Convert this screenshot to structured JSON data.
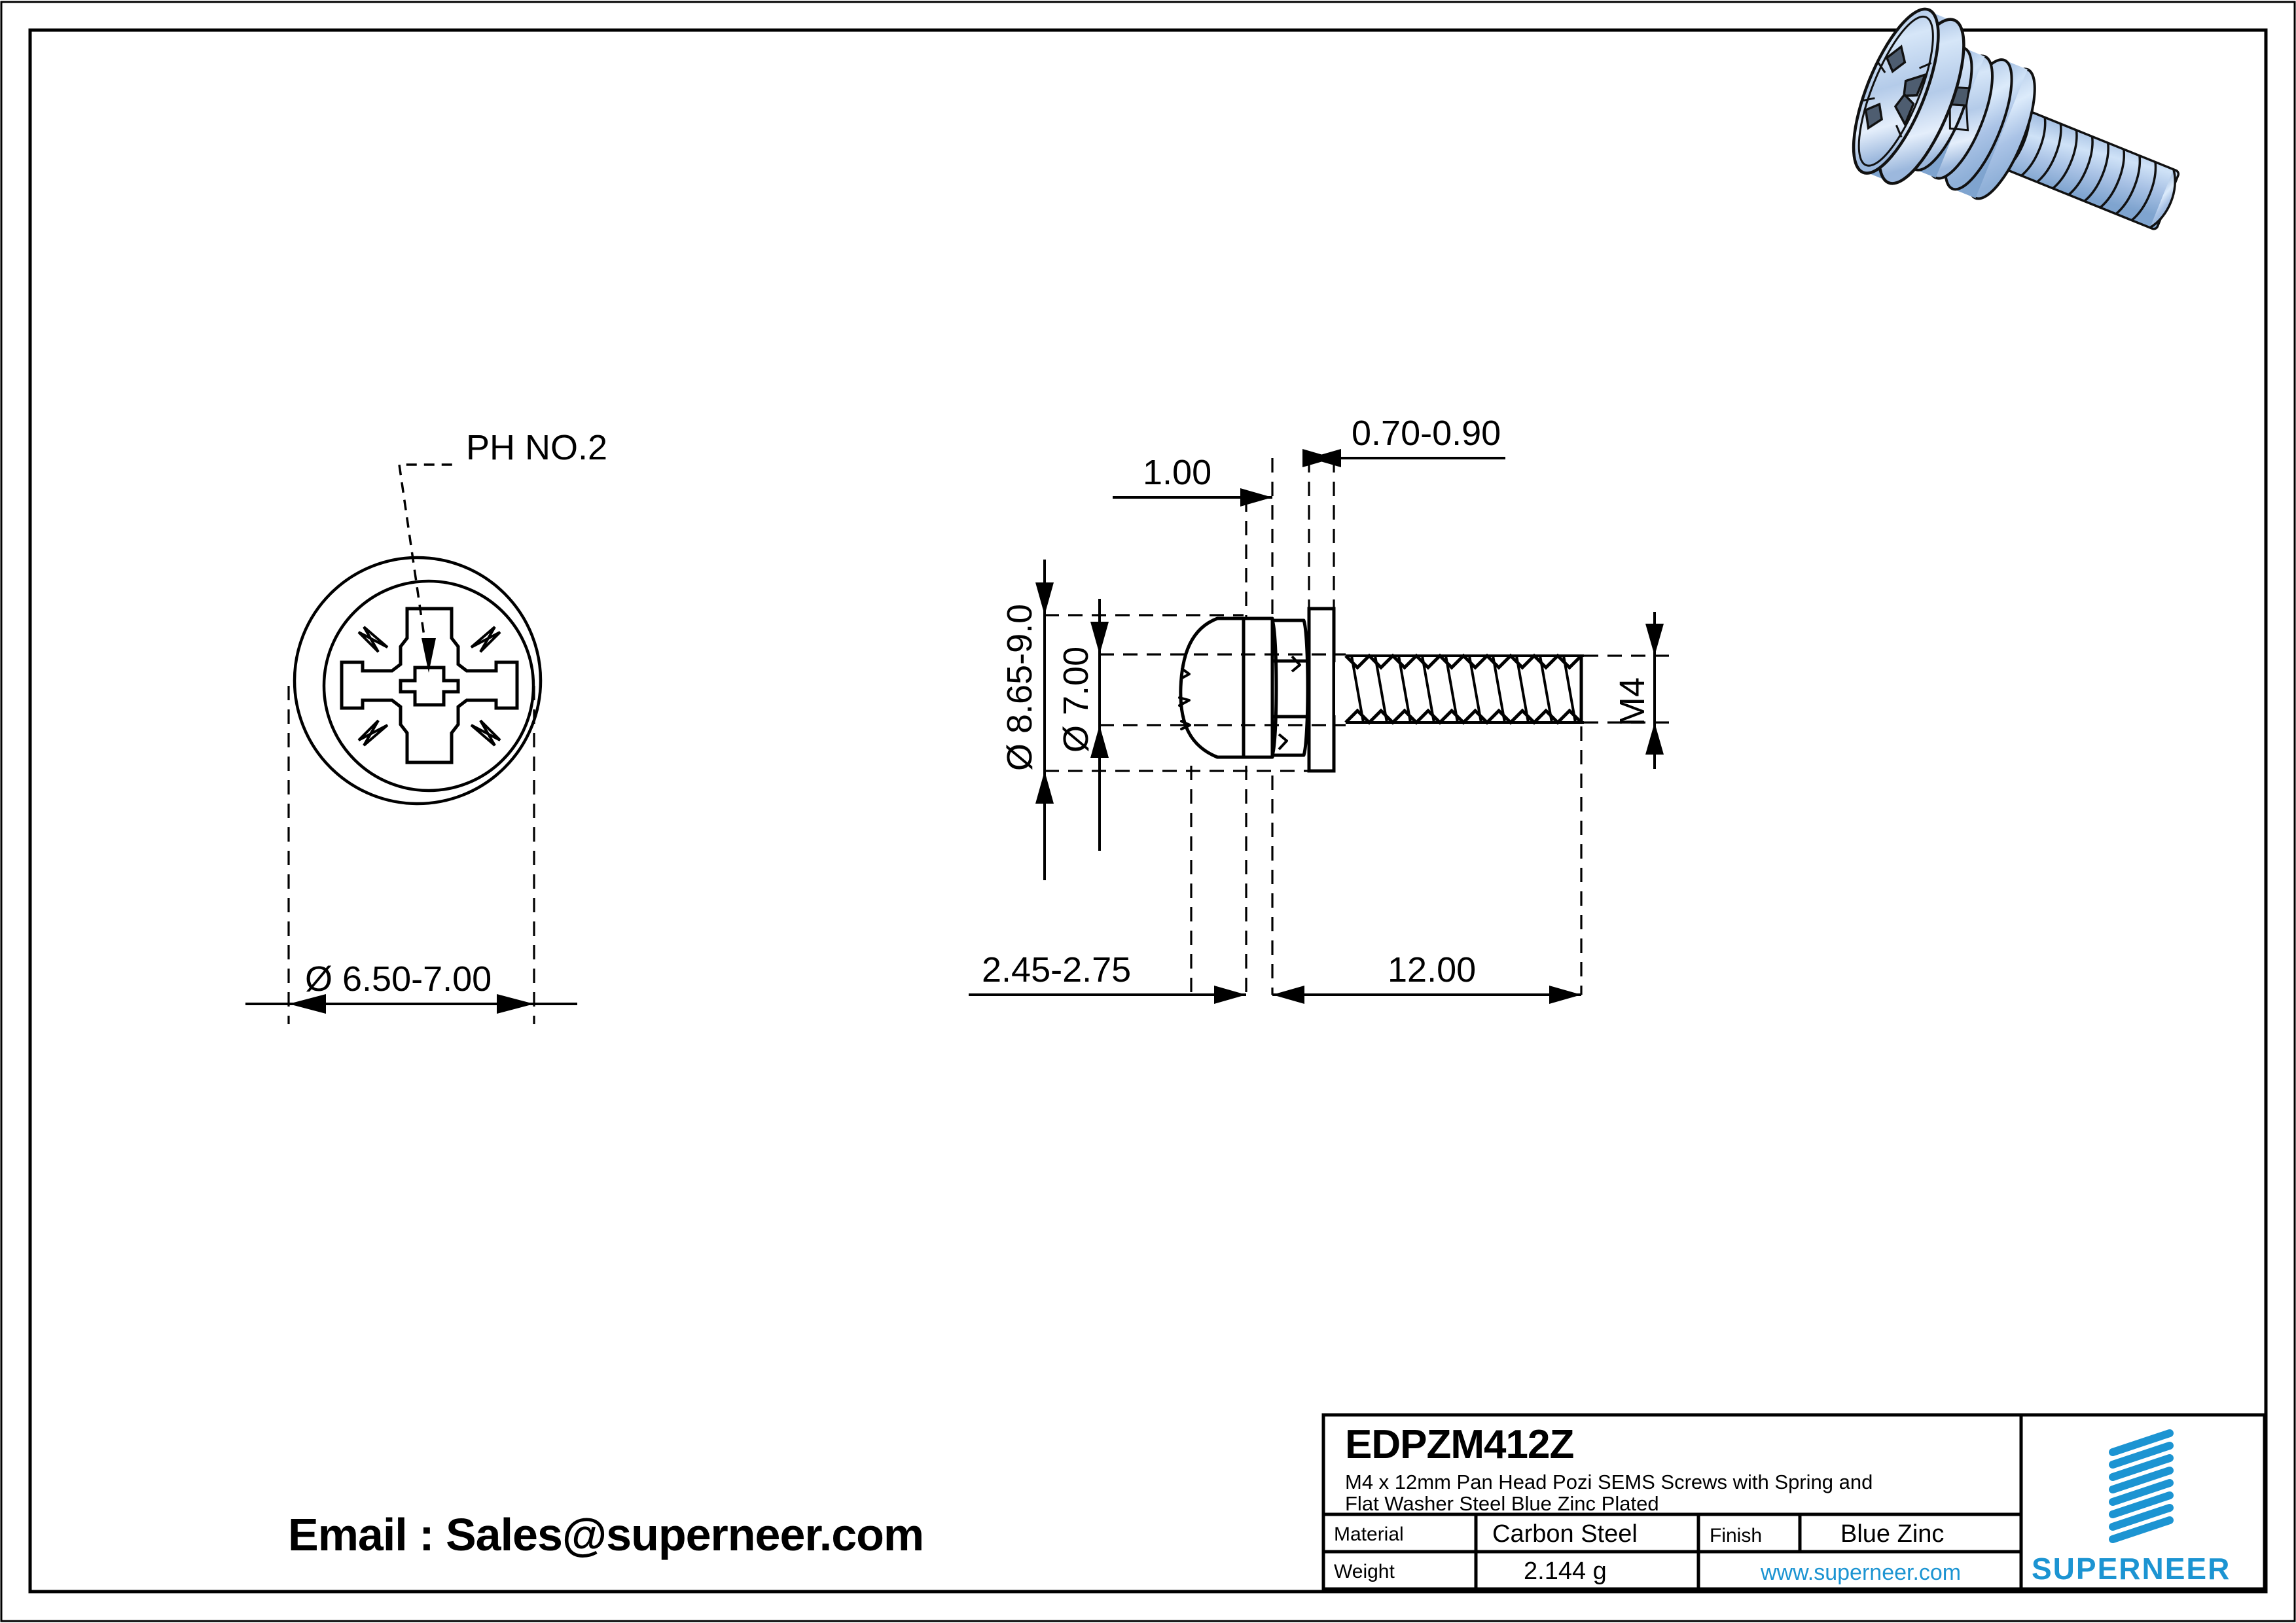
{
  "sheet": {
    "background": "#ffffff",
    "line_color": "#000000",
    "accent_blue": "#1c94d2",
    "render_body_color": "#b7cdea",
    "render_highlight_color": "#dce9f8"
  },
  "top_view": {
    "callout_label": "PH NO.2",
    "diameter_dimension": "Ø 6.50-7.00",
    "description": "top view of pan head pozi screw head"
  },
  "side_view": {
    "dim_spring_washer_thickness": "1.00",
    "dim_flat_washer_thickness": "0.70-0.90",
    "dim_washer_outer_diameter": "Ø 8.65-9.0",
    "dim_head_diameter": "Ø 7.00",
    "dim_thread_size": "M4",
    "dim_head_height": "2.45-2.75",
    "dim_thread_length": "12.00"
  },
  "contact": {
    "email_line": "Email : Sales@superneer.com"
  },
  "title_block": {
    "part_number": "EDPZM412Z",
    "description_line_1": "M4 x 12mm Pan Head Pozi SEMS Screws with Spring and",
    "description_line_2": "Flat Washer Steel Blue Zinc Plated",
    "material_label": "Material",
    "material_value": "Carbon Steel",
    "finish_label": "Finish",
    "finish_value": "Blue Zinc",
    "weight_label": "Weight",
    "weight_value": "2.144 g",
    "website": "www.superneer.com",
    "brand_name": "SUPERNEER"
  }
}
